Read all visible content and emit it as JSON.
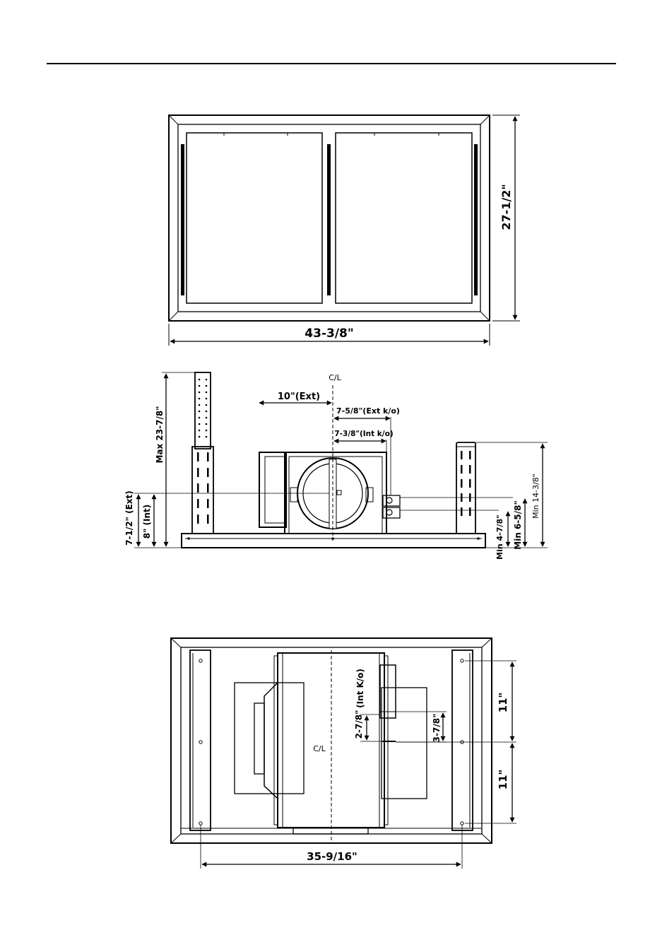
{
  "colors": {
    "ink": "#000000",
    "paper": "#ffffff"
  },
  "top_view": {
    "width_label": "43-3/8\"",
    "height_label": "27-1/2\""
  },
  "side_view": {
    "centerline_label": "C/L",
    "ext_offset_label": "10\"(Ext)",
    "ext_ko_label": "7-5/8\"(Ext k/o)",
    "int_ko_label": "7-3/8\"(Int k/o)",
    "max_height_label": "Max 23-7/8\"",
    "ext_height_label": "7-1/2\" (Ext)",
    "int_height_label": "8\" (Int)",
    "min_48_label": "Min 4-7/8\"",
    "min_658_label": "Min 6-5/8\"",
    "min_1438_label": "Min 14-3/8\""
  },
  "bottom_view": {
    "centerline_label": "C/L",
    "int_ko_label": "(Int K/o)",
    "dim_278_label": "2-7/8\"",
    "dim_378_label": "3-7/8\"",
    "eleven_upper_label": "11\"",
    "eleven_lower_label": "11\"",
    "width_label": "35-9/16\""
  }
}
